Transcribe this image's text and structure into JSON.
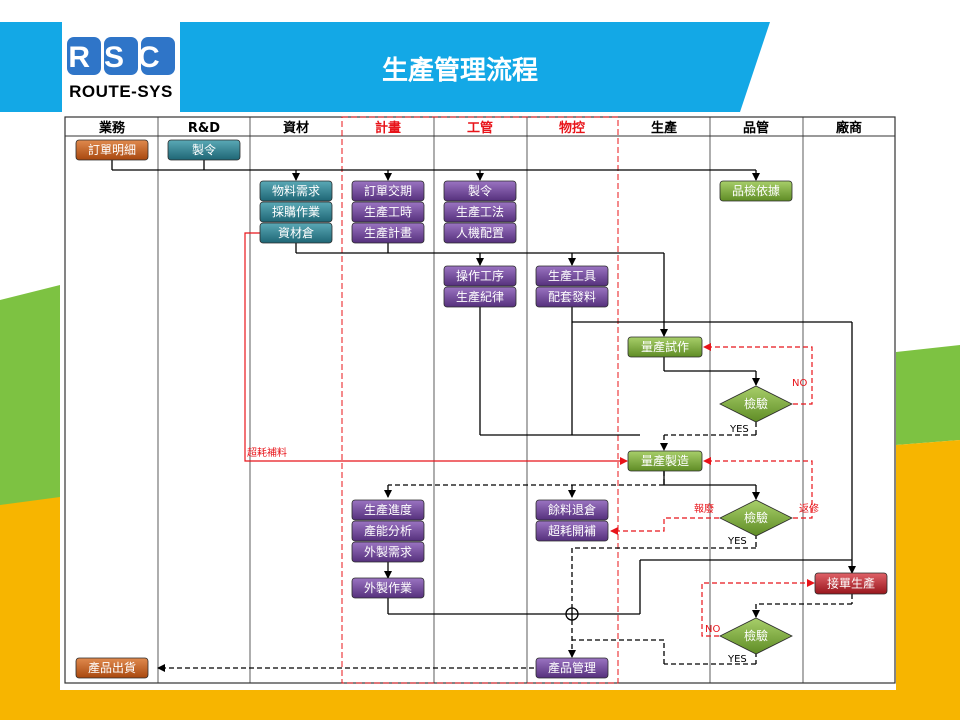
{
  "header": {
    "title": "生產管理流程",
    "logo_text": "ROUTE-SYS",
    "logo_mark": "RSC"
  },
  "colors": {
    "header_blue": "#13a8e6",
    "band_green": "#7dc242",
    "band_yellow": "#f7b500",
    "planning_red": "#e8141a",
    "node_orange": "#b5561c",
    "node_teal": "#2a7f8e",
    "node_purple": "#6b3f97",
    "node_green": "#78a83a",
    "node_red": "#b8232b"
  },
  "columns": [
    {
      "id": "sales",
      "label": "業務",
      "highlight": false
    },
    {
      "id": "rnd",
      "label": "R&D",
      "highlight": false
    },
    {
      "id": "materials",
      "label": "資材",
      "highlight": false
    },
    {
      "id": "planning",
      "label": "計畫",
      "highlight": true
    },
    {
      "id": "engineering",
      "label": "工管",
      "highlight": true
    },
    {
      "id": "control",
      "label": "物控",
      "highlight": true
    },
    {
      "id": "production",
      "label": "生產",
      "highlight": false
    },
    {
      "id": "qc",
      "label": "品管",
      "highlight": false
    },
    {
      "id": "vendor",
      "label": "廠商",
      "highlight": false
    }
  ],
  "nodes": [
    {
      "id": "order-detail",
      "label": "訂單明細",
      "style": "orange"
    },
    {
      "id": "rnd-order",
      "label": "製令",
      "style": "teal"
    },
    {
      "id": "material-demand",
      "label": "物料需求",
      "style": "teal"
    },
    {
      "id": "purchasing",
      "label": "採購作業",
      "style": "teal"
    },
    {
      "id": "warehouse",
      "label": "資材倉",
      "style": "teal"
    },
    {
      "id": "order-delivery",
      "label": "訂單交期",
      "style": "purple"
    },
    {
      "id": "production-hours",
      "label": "生產工時",
      "style": "purple"
    },
    {
      "id": "production-plan",
      "label": "生產計畫",
      "style": "purple"
    },
    {
      "id": "eng-order",
      "label": "製令",
      "style": "purple"
    },
    {
      "id": "production-method",
      "label": "生產工法",
      "style": "purple"
    },
    {
      "id": "machine-config",
      "label": "人機配置",
      "style": "purple"
    },
    {
      "id": "operation-process",
      "label": "操作工序",
      "style": "purple"
    },
    {
      "id": "production-discipline",
      "label": "生產紀律",
      "style": "purple"
    },
    {
      "id": "production-tools",
      "label": "生產工具",
      "style": "purple"
    },
    {
      "id": "kitting",
      "label": "配套發料",
      "style": "purple"
    },
    {
      "id": "inspection-basis",
      "label": "品檢依據",
      "style": "green"
    },
    {
      "id": "trial-production",
      "label": "量產試作",
      "style": "green"
    },
    {
      "id": "inspection-1",
      "label": "檢驗",
      "style": "diamond"
    },
    {
      "id": "mass-production",
      "label": "量產製造",
      "style": "green"
    },
    {
      "id": "inspection-2",
      "label": "檢驗",
      "style": "diamond"
    },
    {
      "id": "production-progress",
      "label": "生產進度",
      "style": "purple"
    },
    {
      "id": "capacity-analysis",
      "label": "產能分析",
      "style": "purple"
    },
    {
      "id": "outsourcing-demand",
      "label": "外製需求",
      "style": "purple"
    },
    {
      "id": "outsourcing-work",
      "label": "外製作業",
      "style": "purple"
    },
    {
      "id": "material-return",
      "label": "餘料退倉",
      "style": "purple"
    },
    {
      "id": "excess-issue",
      "label": "超耗開補",
      "style": "purple"
    },
    {
      "id": "vendor-production",
      "label": "接單生產",
      "style": "red"
    },
    {
      "id": "inspection-3",
      "label": "檢驗",
      "style": "diamond"
    },
    {
      "id": "product-management",
      "label": "產品管理",
      "style": "purple"
    },
    {
      "id": "product-shipping",
      "label": "產品出貨",
      "style": "orange"
    }
  ],
  "edge_labels": {
    "no_1": "NO",
    "yes_1": "YES",
    "excess_supplement": "超耗補料",
    "scrap": "報廢",
    "rework": "返修",
    "yes_2": "YES",
    "no_3": "NO",
    "yes_3": "YES"
  }
}
